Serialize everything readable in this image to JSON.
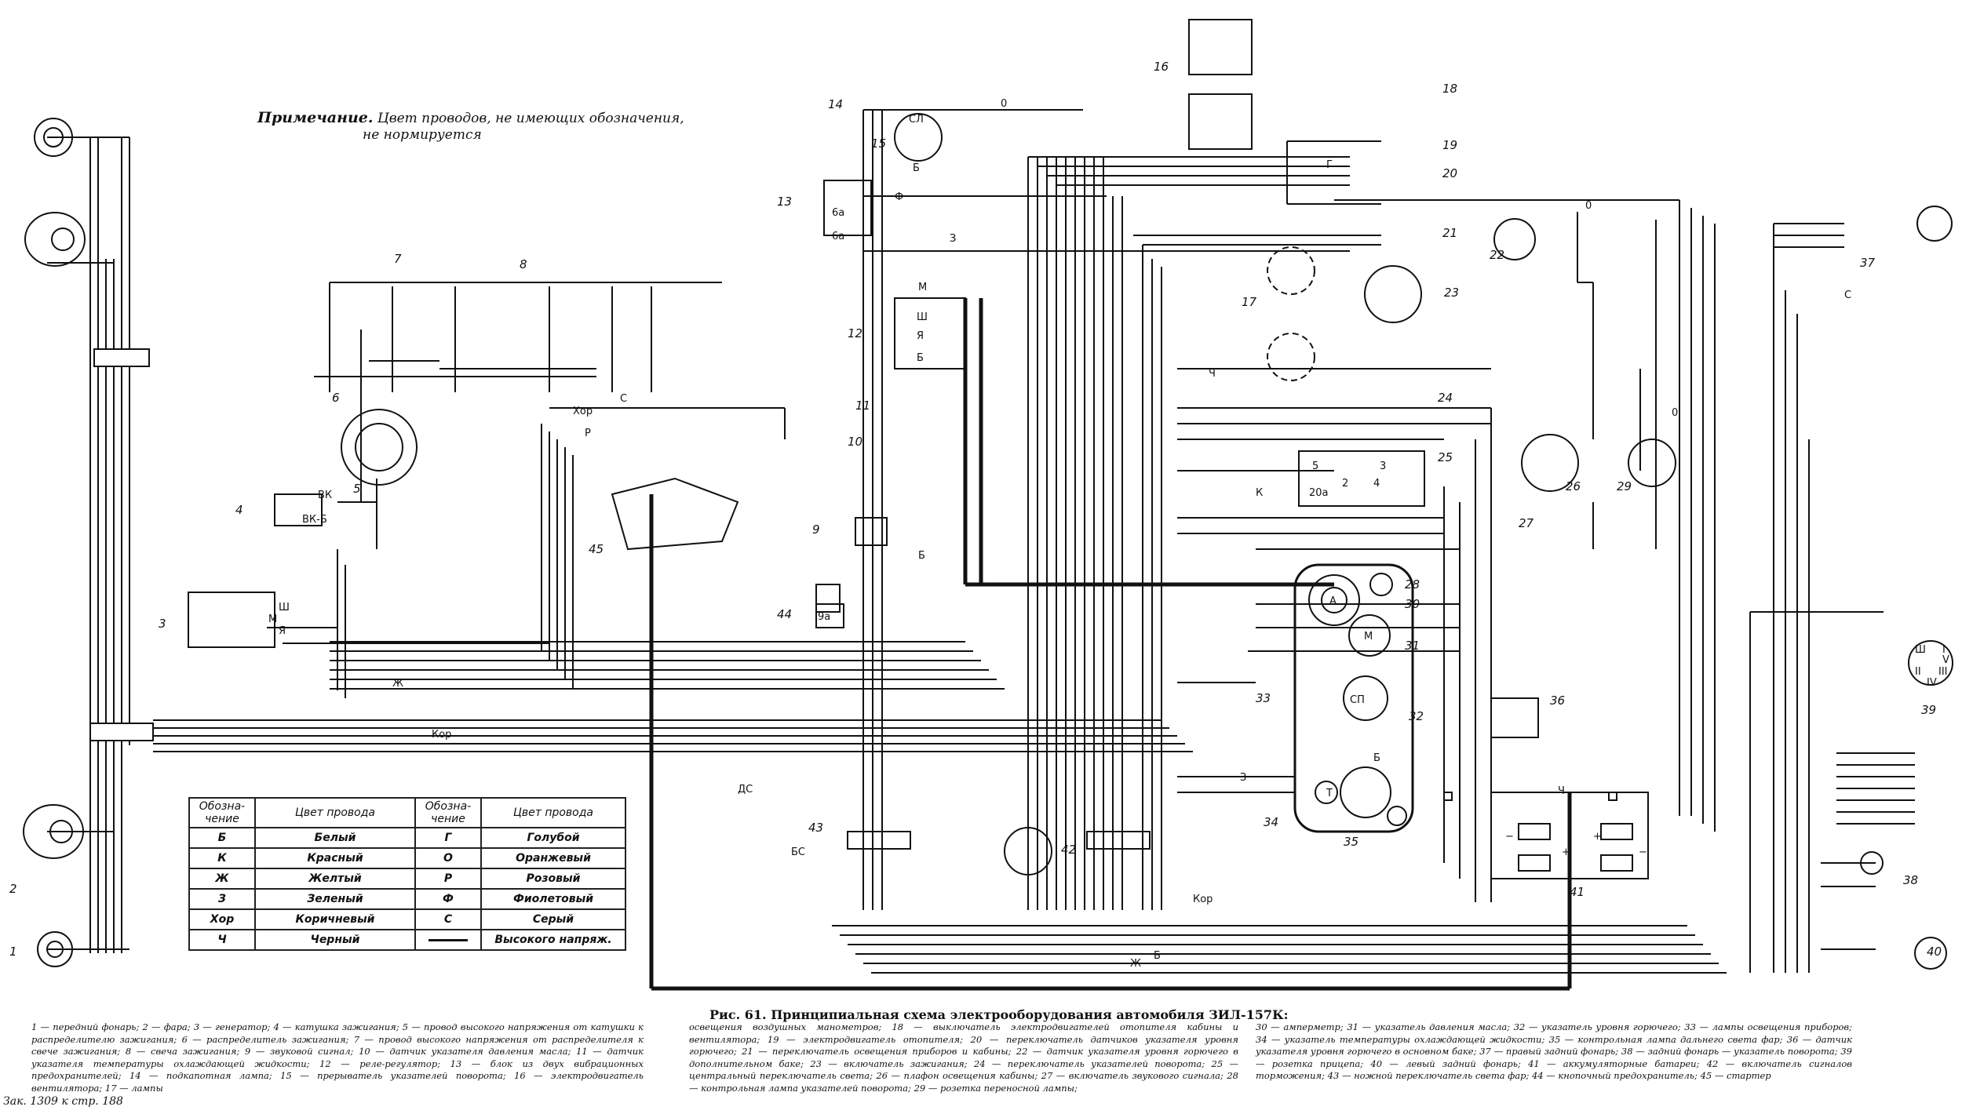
{
  "note": {
    "heading": "Примечание.",
    "text_line1": "Цвет проводов, не имеющих обозначения,",
    "text_line2": "не нормируется"
  },
  "component_numbers": [
    "1",
    "2",
    "3",
    "4",
    "5",
    "6",
    "7",
    "8",
    "9",
    "10",
    "11",
    "12",
    "13",
    "14",
    "15",
    "16",
    "17",
    "18",
    "19",
    "20",
    "21",
    "22",
    "23",
    "24",
    "25",
    "26",
    "27",
    "28",
    "29",
    "30",
    "31",
    "32",
    "33",
    "34",
    "35",
    "36",
    "37",
    "38",
    "39",
    "40",
    "41",
    "42",
    "43",
    "44",
    "45"
  ],
  "component_letters": {
    "switch_vk": "ВК",
    "switch_vkb": "ВК-Б",
    "gen_sh": "Ш",
    "gen_m": "М",
    "gen_ya": "Я",
    "relay_sh": "Ш",
    "relay_ya": "Я",
    "relay_b": "Б",
    "relay_m": "М",
    "amm_sl": "СЛ",
    "amm_b": "Б",
    "fuse_6a1": "6а",
    "fuse_6a2": "6а",
    "stop_ds": "ДС",
    "stop_bs": "БС",
    "gauge_a": "А",
    "gauge_m": "М",
    "gauge_sp": "СП",
    "gauge_b": "Б",
    "gauge_t": "Т",
    "fuse_9a": "9а",
    "sw25_5": "5",
    "sw25_20a": "20а",
    "sw25_2": "2",
    "sw25_4": "4",
    "sw25_3": "3",
    "batt_plus1": "+",
    "batt_plus2": "+",
    "batt_minus1": "−",
    "batt_minus2": "−",
    "socket_sh": "Ш",
    "socket_i": "I",
    "socket_ii": "II",
    "socket_iii": "III",
    "socket_iv": "IV",
    "socket_v": "V"
  },
  "wire_labels": [
    "Ф",
    "0",
    "З",
    "Ч",
    "С",
    "Хор",
    "Р",
    "К",
    "Б",
    "Ж",
    "Кор",
    "Г",
    "0",
    "З",
    "Ч",
    "Б",
    "Ж",
    "Кор",
    "С",
    "0"
  ],
  "legend": {
    "headers": [
      "Обозна-чение",
      "Цвет провода",
      "Обозна-чение",
      "Цвет провода"
    ],
    "rows": [
      [
        "Б",
        "Белый",
        "Г",
        "Голубой"
      ],
      [
        "К",
        "Красный",
        "О",
        "Оранжевый"
      ],
      [
        "Ж",
        "Желтый",
        "Р",
        "Розовый"
      ],
      [
        "З",
        "Зеленый",
        "Ф",
        "Фиолетовый"
      ],
      [
        "Хор",
        "Коричневый",
        "С",
        "Серый"
      ],
      [
        "Ч",
        "Черный",
        "",
        "Высокого напряж."
      ]
    ]
  },
  "caption": {
    "title": "Рис. 61. Принципиальная схема электрооборудования автомобиля ЗИЛ-157К:",
    "col1": "1 — передний фонарь; 2 — фара; 3 — генератор; 4 — катушка зажигания; 5 — провод высокого напряжения от катушки к распределителю зажигания; 6 — распределитель зажигания; 7 — провод высокого напряжения от распределителя к свече зажигания; 8 — свеча зажигания; 9 — звуковой сигнал; 10 — датчик указателя давления масла; 11 — датчик указателя температуры охлаждающей жидкости; 12 — реле-регулятор; 13 — блок из двух вибрационных предохранителей; 14 — подкапотная лампа; 15 — прерыватель указателей поворота; 16 — электродвигатель вентилятора; 17 — лампы",
    "col2": "освещения воздушных манометров; 18 — выключатель электродвигателей отопителя кабины и вентилятора; 19 — электродвигатель отопителя; 20 — переключатель датчиков указателя уровня горючего; 21 — переключатель освещения приборов и кабины; 22 — датчик указателя уровня горючего в дополнительном баке; 23 — включатель зажигания; 24 — переключатель указателей поворота; 25 — центральный переключатель света; 26 — плафон освещения кабины; 27 — включатель звукового сигнала; 28 — контрольная лампа указателей поворота; 29 — розетка переносной лампы;",
    "col3": "30 — амперметр; 31 — указатель давления масла; 32 — указатель уровня горючего; 33 — лампы освещения приборов; 34 — указатель температуры охлаждающей жидкости; 35 — контрольная лампа дальнего света фар; 36 — датчик указателя уровня горючего в основном баке; 37 — правый задний фонарь; 38 — задний фонарь — указатель поворота; 39 — розетка прицепа; 40 — левый задний фонарь; 41 — аккумуляторные батареи; 42 — включатель сигналов торможения; 43 — ножной переключатель света фар; 44 — кнопочный предохранитель; 45 — стартер"
  },
  "footer": "Зак. 1309 к стр. 188"
}
